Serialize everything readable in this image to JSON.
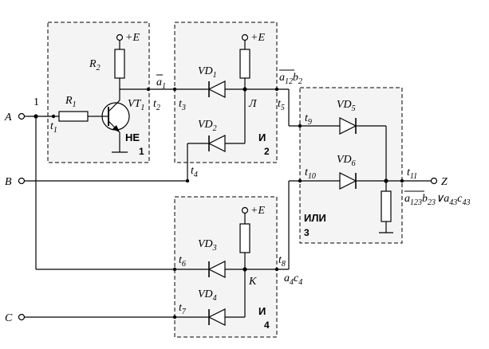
{
  "inputs": {
    "a": {
      "name": "A"
    },
    "b": {
      "name": "B"
    },
    "c": {
      "name": "C"
    }
  },
  "output": {
    "name": "Z"
  },
  "node_label_1": "1",
  "supply": "+E",
  "gates": {
    "not": {
      "type": "НЕ",
      "number": "1"
    },
    "and2": {
      "type": "И",
      "number": "2",
      "node": "Л"
    },
    "and4": {
      "type": "И",
      "number": "4",
      "node": "К"
    },
    "or3": {
      "type": "ИЛИ",
      "number": "3"
    }
  },
  "components": {
    "r1": {
      "base": "R",
      "sub": "1"
    },
    "r2": {
      "base": "R",
      "sub": "2"
    },
    "vt1": {
      "base": "VT",
      "sub": "1"
    },
    "vd1": {
      "base": "VD",
      "sub": "1"
    },
    "vd2": {
      "base": "VD",
      "sub": "2"
    },
    "vd3": {
      "base": "VD",
      "sub": "3"
    },
    "vd4": {
      "base": "VD",
      "sub": "4"
    },
    "vd5": {
      "base": "VD",
      "sub": "5"
    },
    "vd6": {
      "base": "VD",
      "sub": "6"
    }
  },
  "points": {
    "t1": {
      "base": "t",
      "sub": "1"
    },
    "t2": {
      "base": "t",
      "sub": "2"
    },
    "t3": {
      "base": "t",
      "sub": "3"
    },
    "t4": {
      "base": "t",
      "sub": "4"
    },
    "t5": {
      "base": "t",
      "sub": "5"
    },
    "t6": {
      "base": "t",
      "sub": "6"
    },
    "t7": {
      "base": "t",
      "sub": "7"
    },
    "t8": {
      "base": "t",
      "sub": "8"
    },
    "t9": {
      "base": "t",
      "sub": "9"
    },
    "t10": {
      "base": "t",
      "sub": "10"
    },
    "t11": {
      "base": "t",
      "sub": "11"
    }
  },
  "signals": {
    "a1": {
      "var": "a",
      "sub": "1",
      "overline": true
    },
    "a12b2": {
      "v1": "a",
      "s1": "12",
      "v2": "b",
      "s2": "2",
      "overline_first": true
    },
    "a4c4": {
      "v1": "a",
      "s1": "4",
      "v2": "c",
      "s2": "4"
    },
    "z_expr": {
      "t1": "a",
      "s1": "123",
      "t2": "b",
      "s2": "23",
      "op": "∨",
      "t3": "a",
      "s3": "43",
      "t4": "c",
      "s4": "43",
      "overline_first": true
    }
  }
}
